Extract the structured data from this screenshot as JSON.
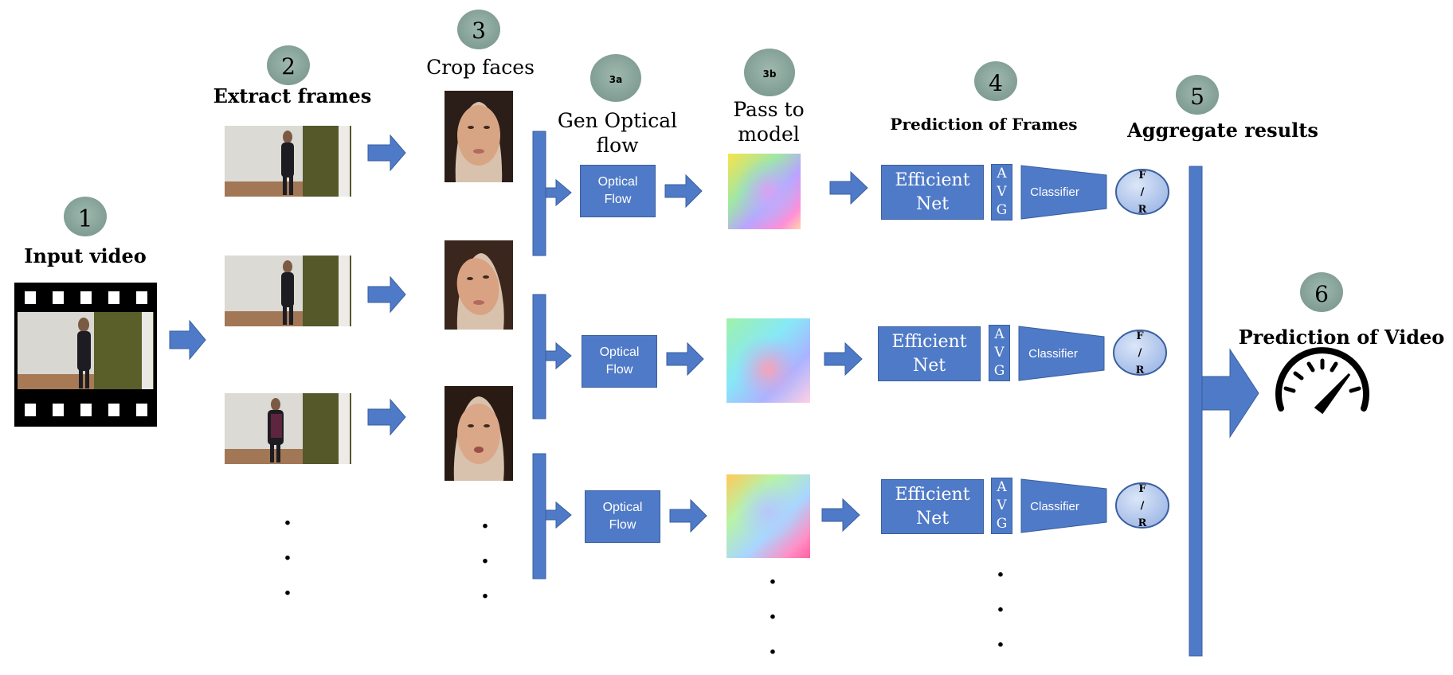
{
  "colors": {
    "box_blue": "#4f7ac7",
    "box_border": "#3a5f9e",
    "circle_green": "#8aa89e",
    "fr_circle": "#b4c9ec"
  },
  "steps": {
    "step1": {
      "number": "1",
      "label": "Input video"
    },
    "step2": {
      "number": "2",
      "label": "Extract frames"
    },
    "step3": {
      "number": "3",
      "label": "Crop faces"
    },
    "step3a": {
      "number": "3a",
      "label": "Gen Optical\nflow"
    },
    "step3b": {
      "number": "3b",
      "label": "Pass to\nmodel"
    },
    "step4": {
      "number": "4",
      "label": "Prediction of Frames"
    },
    "step5": {
      "number": "5",
      "label": "Aggregate results"
    },
    "step6": {
      "number": "6",
      "label": "Prediction of Video"
    }
  },
  "rows": [
    {
      "optical_flow": "Optical\nFlow",
      "model": "Efficient\nNet",
      "avg": [
        "A",
        "V",
        "G"
      ],
      "classifier": "Classifier",
      "output": [
        "F",
        "/",
        "R"
      ]
    },
    {
      "optical_flow": "Optical\nFlow",
      "model": "Efficient\nNet",
      "avg": [
        "A",
        "V",
        "G"
      ],
      "classifier": "Classifier",
      "output": [
        "F",
        "/",
        "R"
      ]
    },
    {
      "optical_flow": "Optical\nFlow",
      "model": "Efficient\nNet",
      "avg": [
        "A",
        "V",
        "G"
      ],
      "classifier": "Classifier",
      "output": [
        "F",
        "/",
        "R"
      ]
    }
  ],
  "ellipsis": ".\n.\n.",
  "icons": {
    "video": "film-strip-icon",
    "gauge": "speedometer-icon"
  }
}
